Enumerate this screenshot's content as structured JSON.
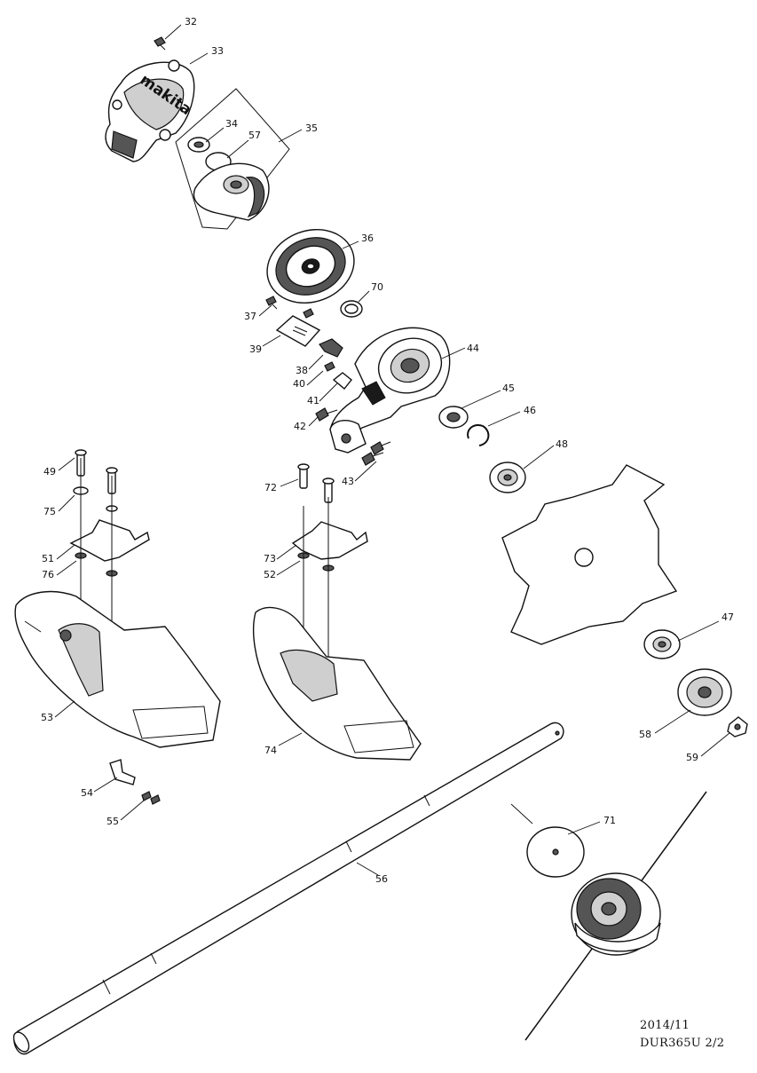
{
  "callouts": {
    "c32": "32",
    "c33": "33",
    "c34": "34",
    "c35": "35",
    "c57": "57",
    "c36": "36",
    "c70": "70",
    "c37": "37",
    "c39": "39",
    "c44": "44",
    "c38": "38",
    "c40": "40",
    "c41": "41",
    "c45": "45",
    "c46": "46",
    "c42": "42",
    "c43": "43",
    "c48": "48",
    "c49": "49",
    "c72": "72",
    "c75": "75",
    "c51": "51",
    "c73": "73",
    "c76": "76",
    "c52": "52",
    "c47": "47",
    "c53": "53",
    "c74": "74",
    "c58": "58",
    "c59": "59",
    "c54": "54",
    "c55": "55",
    "c71": "71",
    "c56": "56"
  },
  "labels": {
    "brand_logo": "makita"
  },
  "footer": {
    "date": "2014/11",
    "model": "DUR365U 2/2"
  }
}
